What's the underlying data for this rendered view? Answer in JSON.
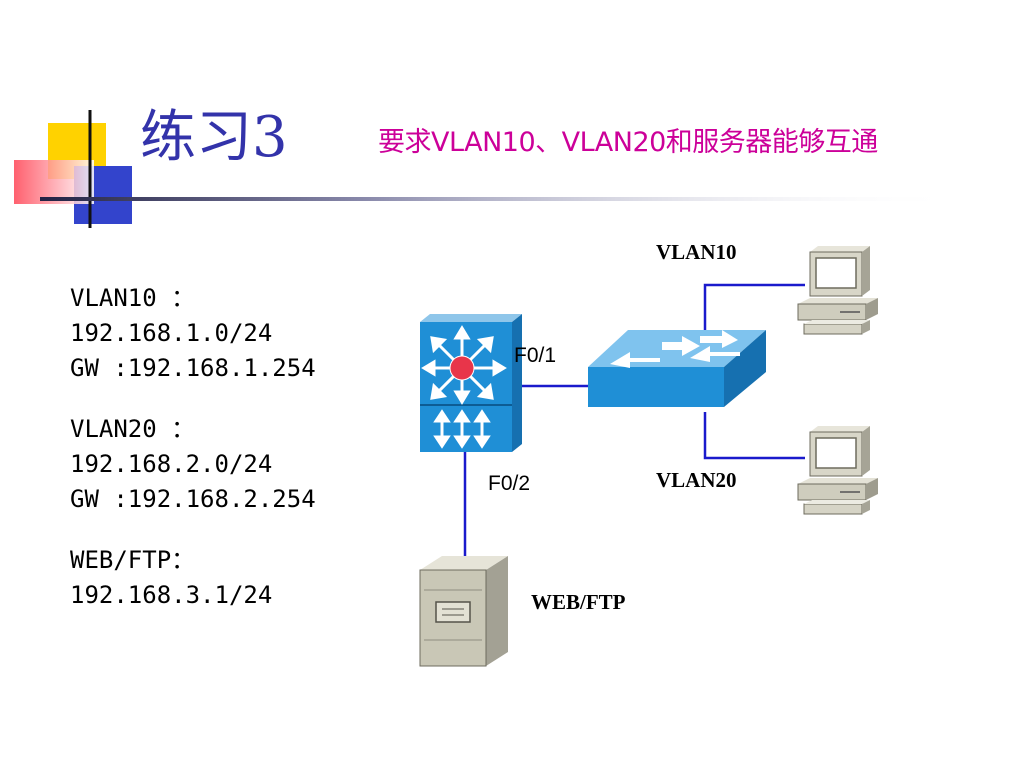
{
  "slide": {
    "title": "练习3",
    "subtitle": "要求VLAN10、VLAN20和服务器能够互通"
  },
  "info": {
    "lines": [
      "VLAN10 ：",
      "192.168.1.0/24",
      "GW :192.168.1.254",
      "VLAN20 ：",
      "192.168.2.0/24",
      "GW :192.168.2.254",
      "WEB/FTP：",
      "192.168.3.1/24"
    ]
  },
  "diagram": {
    "labels": {
      "vlan10": "VLAN10",
      "vlan20": "VLAN20",
      "port1": "F0/1",
      "port2": "F0/2",
      "server": "WEB/FTP"
    },
    "icons": [
      "multilayer-switch-icon",
      "switch-icon",
      "pc-icon",
      "pc-icon",
      "server-icon"
    ]
  },
  "colors": {
    "title": "#3333aa",
    "subtitle": "#cc0099",
    "link": "#1a1acc",
    "switch_blue": "#1f8fd6"
  }
}
